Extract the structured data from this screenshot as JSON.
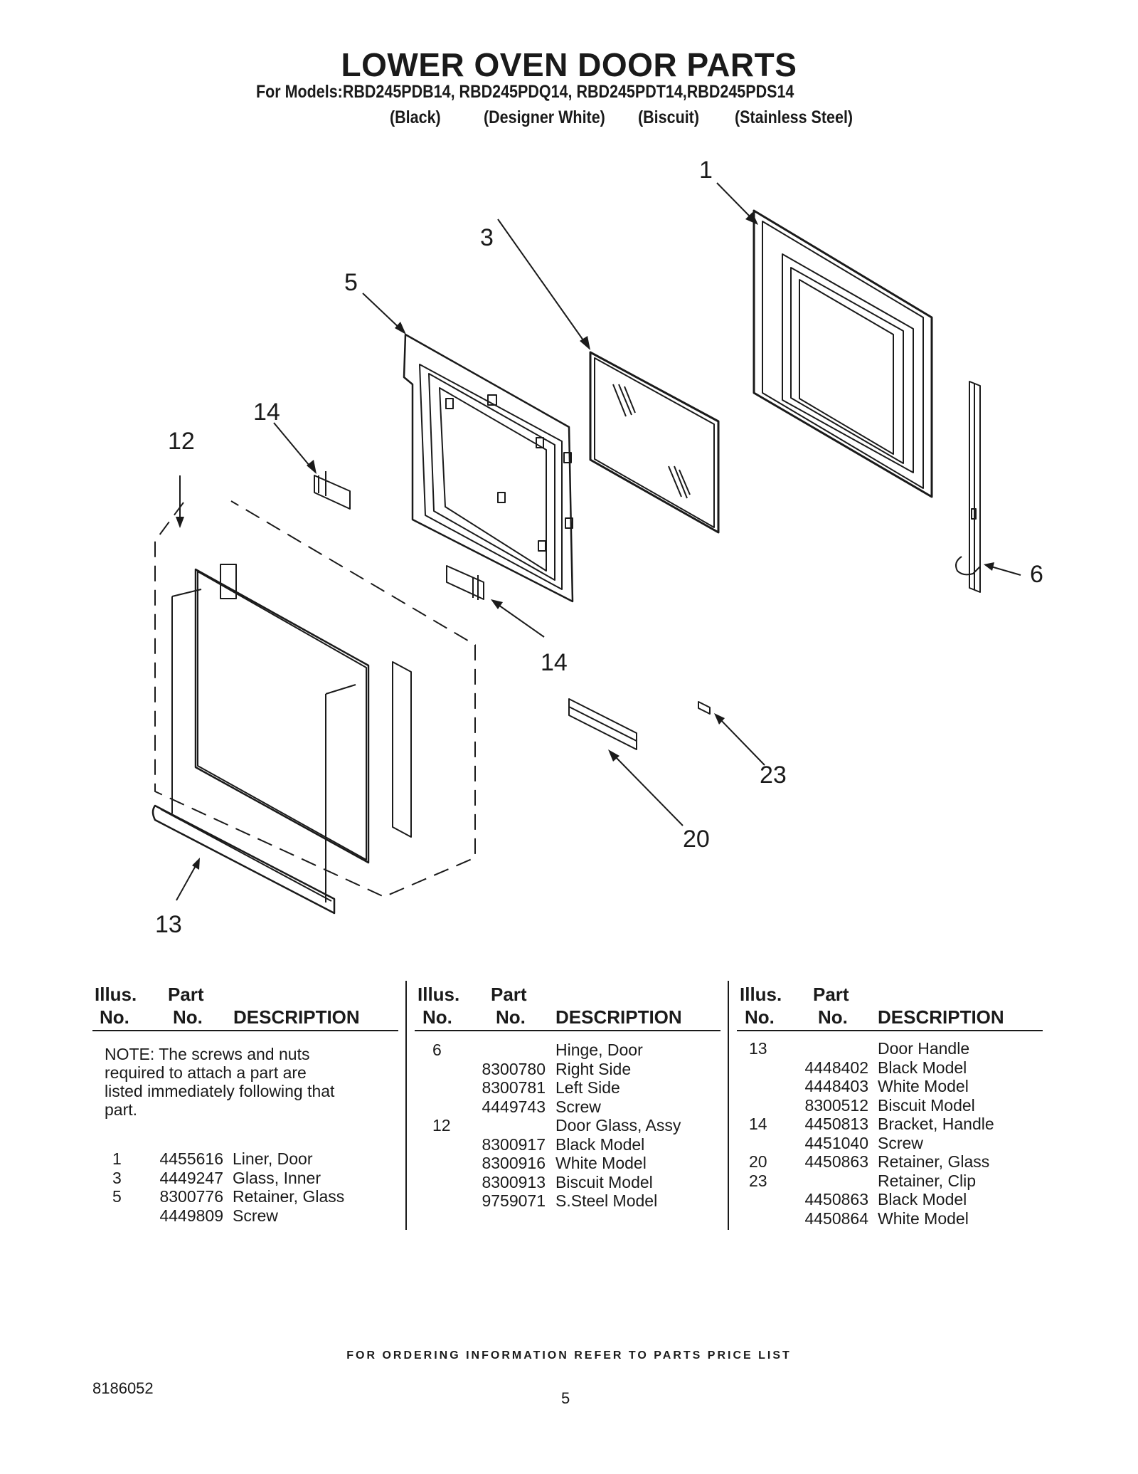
{
  "header": {
    "title": "LOWER OVEN DOOR PARTS",
    "models": "For Models:RBD245PDB14, RBD245PDQ14, RBD245PDT14,RBD245PDS14",
    "colors": [
      "(Black)",
      "(Designer White)",
      "(Biscuit)",
      "(Stainless Steel)"
    ]
  },
  "diagram": {
    "callouts": [
      "1",
      "3",
      "5",
      "14",
      "12",
      "14",
      "6",
      "23",
      "20",
      "13"
    ]
  },
  "table": {
    "headers": {
      "illus": "Illus.",
      "part": "Part",
      "no": "No.",
      "description": "DESCRIPTION"
    },
    "note": "NOTE: The screws and nuts required to attach a part are listed immediately following that part.",
    "col1": [
      {
        "illus": "1",
        "part": "4455616",
        "desc": "Liner, Door"
      },
      {
        "illus": "3",
        "part": "4449247",
        "desc": "Glass, Inner"
      },
      {
        "illus": "5",
        "part": "8300776",
        "desc": "Retainer, Glass"
      },
      {
        "illus": "",
        "part": "4449809",
        "desc": "Screw"
      }
    ],
    "col2": [
      {
        "illus": "6",
        "part": "",
        "desc": "Hinge, Door"
      },
      {
        "illus": "",
        "part": "8300780",
        "desc": "Right Side"
      },
      {
        "illus": "",
        "part": "8300781",
        "desc": "Left Side"
      },
      {
        "illus": "",
        "part": "4449743",
        "desc": "Screw"
      },
      {
        "illus": "12",
        "part": "",
        "desc": "Door Glass, Assy"
      },
      {
        "illus": "",
        "part": "8300917",
        "desc": "Black Model"
      },
      {
        "illus": "",
        "part": "8300916",
        "desc": "White Model"
      },
      {
        "illus": "",
        "part": "8300913",
        "desc": "Biscuit Model"
      },
      {
        "illus": "",
        "part": "9759071",
        "desc": "S.Steel Model"
      }
    ],
    "col3": [
      {
        "illus": "13",
        "part": "",
        "desc": "Door Handle"
      },
      {
        "illus": "",
        "part": "4448402",
        "desc": "Black Model"
      },
      {
        "illus": "",
        "part": "4448403",
        "desc": "White Model"
      },
      {
        "illus": "",
        "part": "8300512",
        "desc": "Biscuit Model"
      },
      {
        "illus": "14",
        "part": "4450813",
        "desc": "Bracket, Handle"
      },
      {
        "illus": "",
        "part": "4451040",
        "desc": "Screw"
      },
      {
        "illus": "20",
        "part": "4450863",
        "desc": "Retainer, Glass"
      },
      {
        "illus": "23",
        "part": "",
        "desc": "Retainer, Clip"
      },
      {
        "illus": "",
        "part": "4450863",
        "desc": "Black Model"
      },
      {
        "illus": "",
        "part": "4450864",
        "desc": "White Model"
      }
    ]
  },
  "footer": {
    "ordering": "FOR ORDERING INFORMATION REFER TO PARTS PRICE LIST",
    "doc_number": "8186052",
    "page": "5"
  }
}
